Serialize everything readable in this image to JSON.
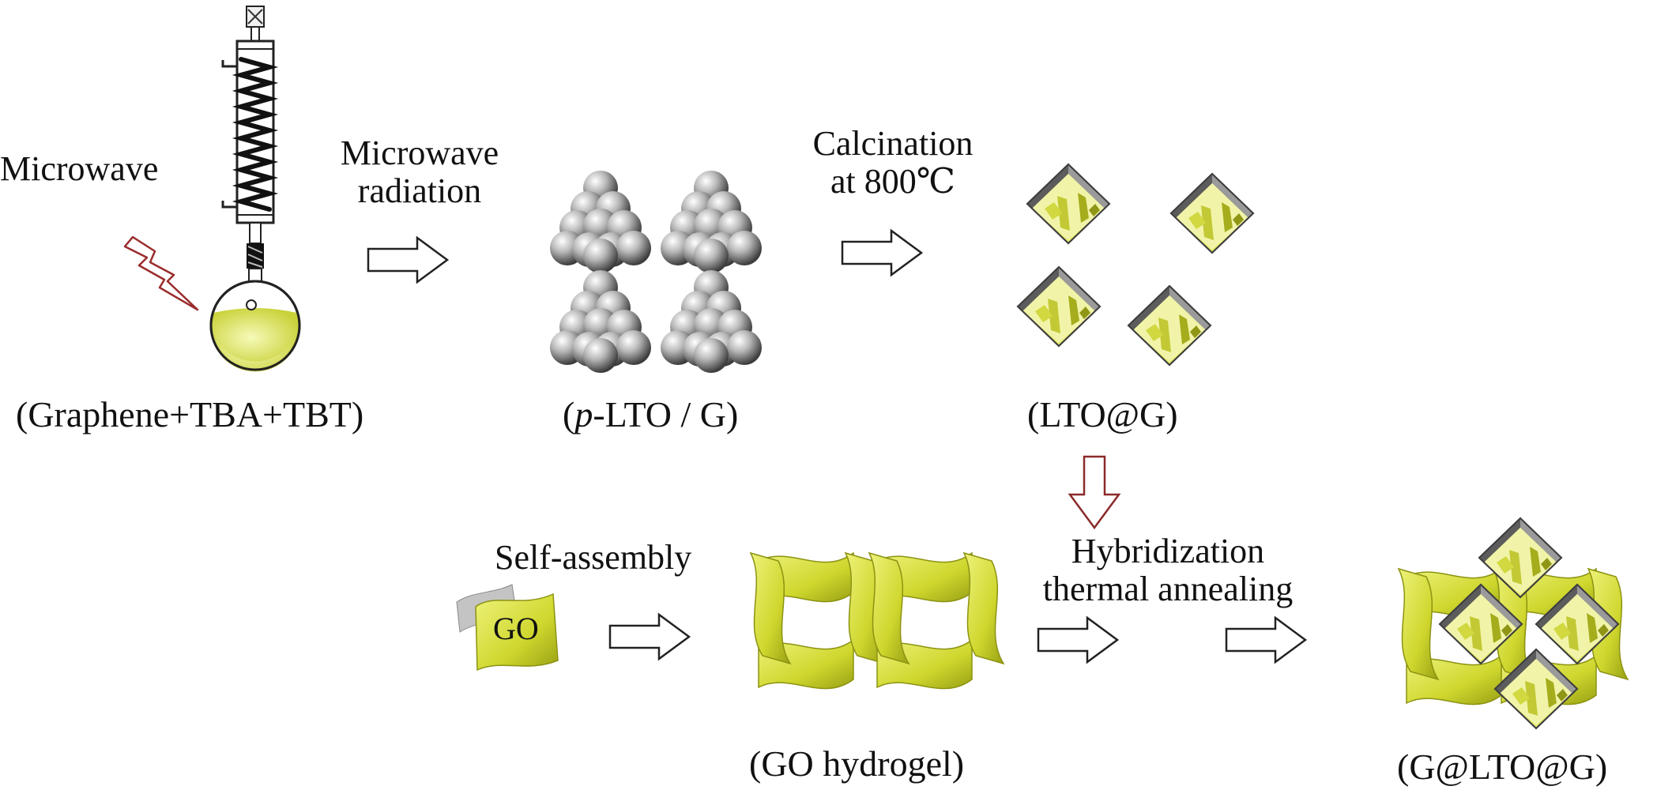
{
  "diagram": {
    "step_labels": {
      "microwave": "Microwave",
      "microwave_radiation_l1": "Microwave",
      "microwave_radiation_l2": "radiation",
      "calcination_l1": "Calcination",
      "calcination_l2": "at 800℃",
      "self_assembly": "Self-assembly",
      "hybridization_l1": "Hybridization",
      "hybridization_l2": "thermal annealing"
    },
    "product_labels": {
      "precursor": "(Graphene+TBA+TBT)",
      "p_lto_prefix": "p",
      "p_lto_rest": "-LTO / G)",
      "lto_g": "(LTO@G)",
      "go_hydrogel": "(GO hydrogel)",
      "g_lto_g": "(G@LTO@G)"
    },
    "go_sheet_label": "GO",
    "colors": {
      "graphene_yellow": "#d6de3c",
      "graphene_dark": "#9aa21a",
      "cube_grey": "#7a7a7a",
      "arrow_dark_red": "#8b2a2a",
      "flask_liquid": "#e6ef86"
    }
  }
}
